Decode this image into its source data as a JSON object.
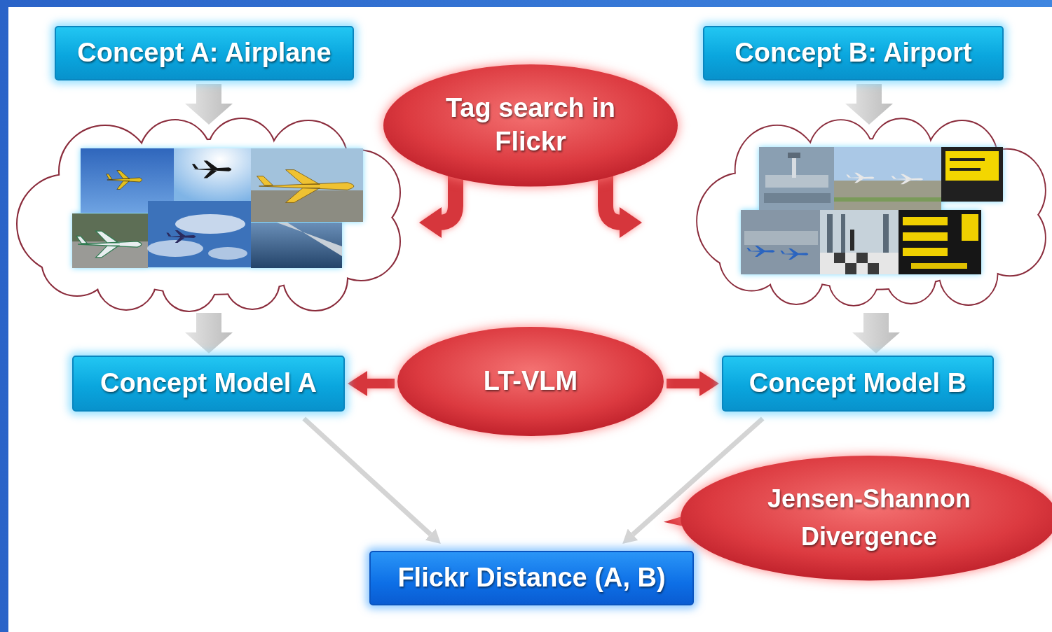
{
  "diagram": {
    "nodes": [
      {
        "text": [
          "Concept A: Airplane"
        ]
      },
      {
        "text": [
          "Tag search in Flickr"
        ]
      },
      {
        "text": [
          "Concept B: Airport"
        ]
      },
      {
        "text": [
          "Concept Model A"
        ]
      },
      {
        "text": [
          "LT-VLM"
        ]
      },
      {
        "text": [
          "Concept Model B"
        ]
      },
      {
        "text": [
          "Jensen-Shannon Divergence"
        ]
      },
      {
        "text": [
          "Flickr Distance (A, B)"
        ]
      }
    ],
    "edges": [
      {
        "from": 4,
        "to": 3,
        "arrow": "to"
      },
      {
        "from": 4,
        "to": 5,
        "arrow": "to"
      },
      {
        "from": 3,
        "to": 7,
        "arrow": "to"
      },
      {
        "from": 5,
        "to": 7,
        "arrow": "to"
      }
    ]
  }
}
